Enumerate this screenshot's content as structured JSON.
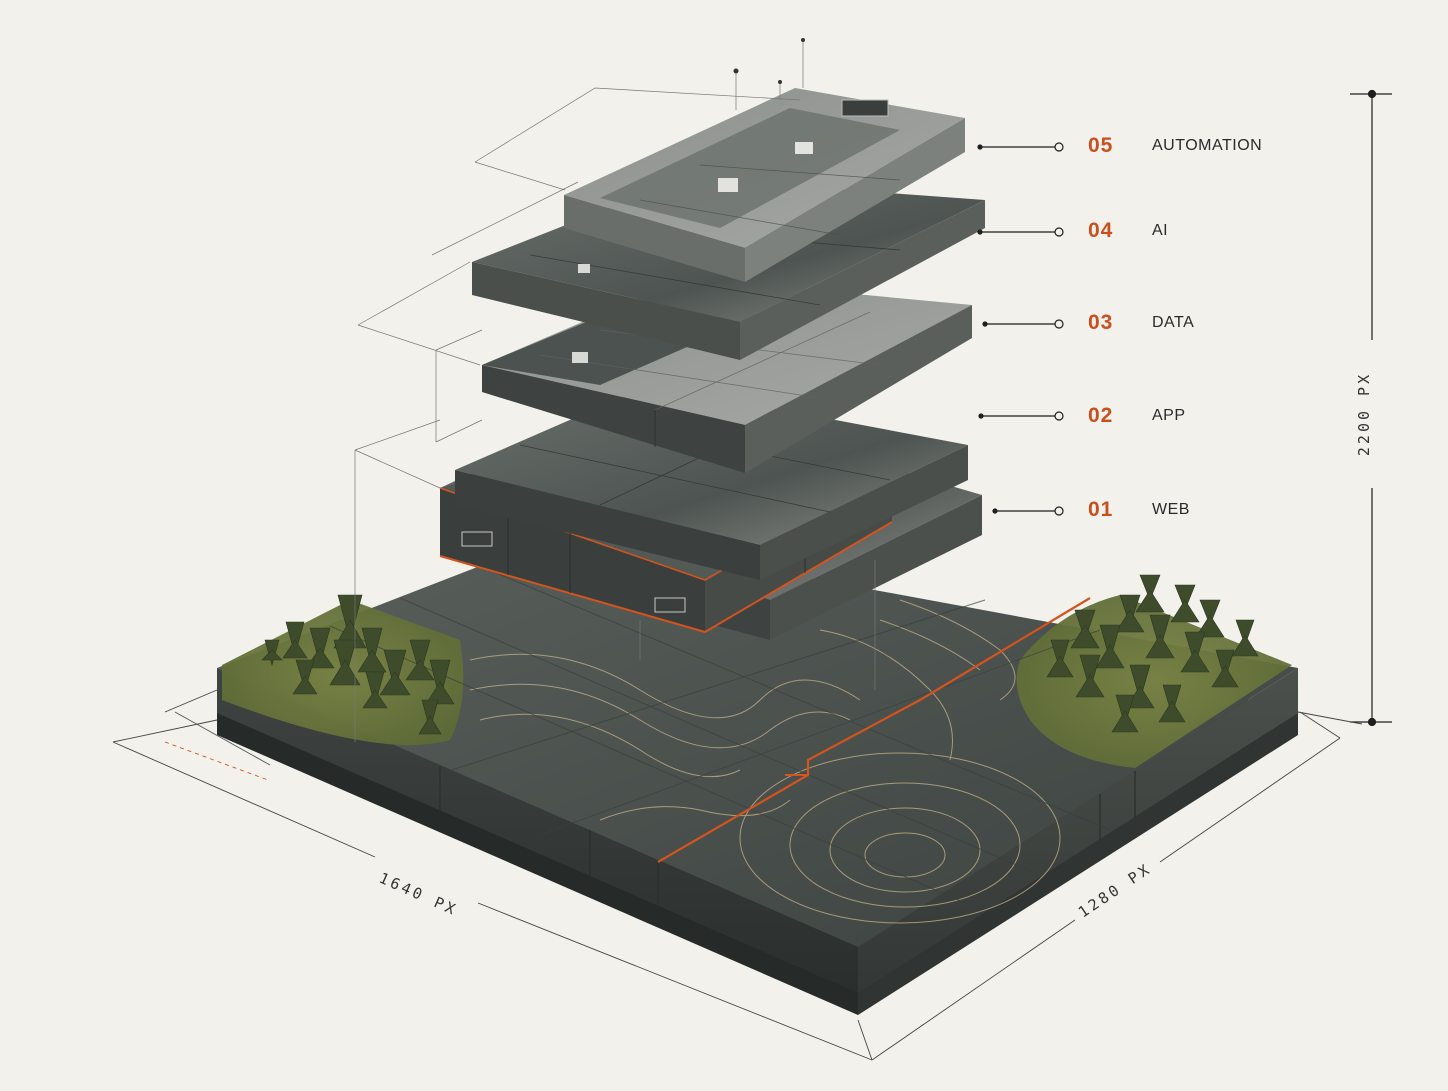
{
  "layers": [
    {
      "num": "05",
      "name": "AUTOMATION"
    },
    {
      "num": "04",
      "name": "AI"
    },
    {
      "num": "03",
      "name": "DATA"
    },
    {
      "num": "02",
      "name": "APP"
    },
    {
      "num": "01",
      "name": "WEB"
    }
  ],
  "dimensions": {
    "height": "2200 PX",
    "width": "1640 PX",
    "depth": "1280 PX"
  },
  "colors": {
    "accent": "#c8501e",
    "background": "#f3f1ec",
    "slab": "#4a4f4d",
    "grass": "#6d7a3e",
    "tree": "#3d4a2a"
  }
}
